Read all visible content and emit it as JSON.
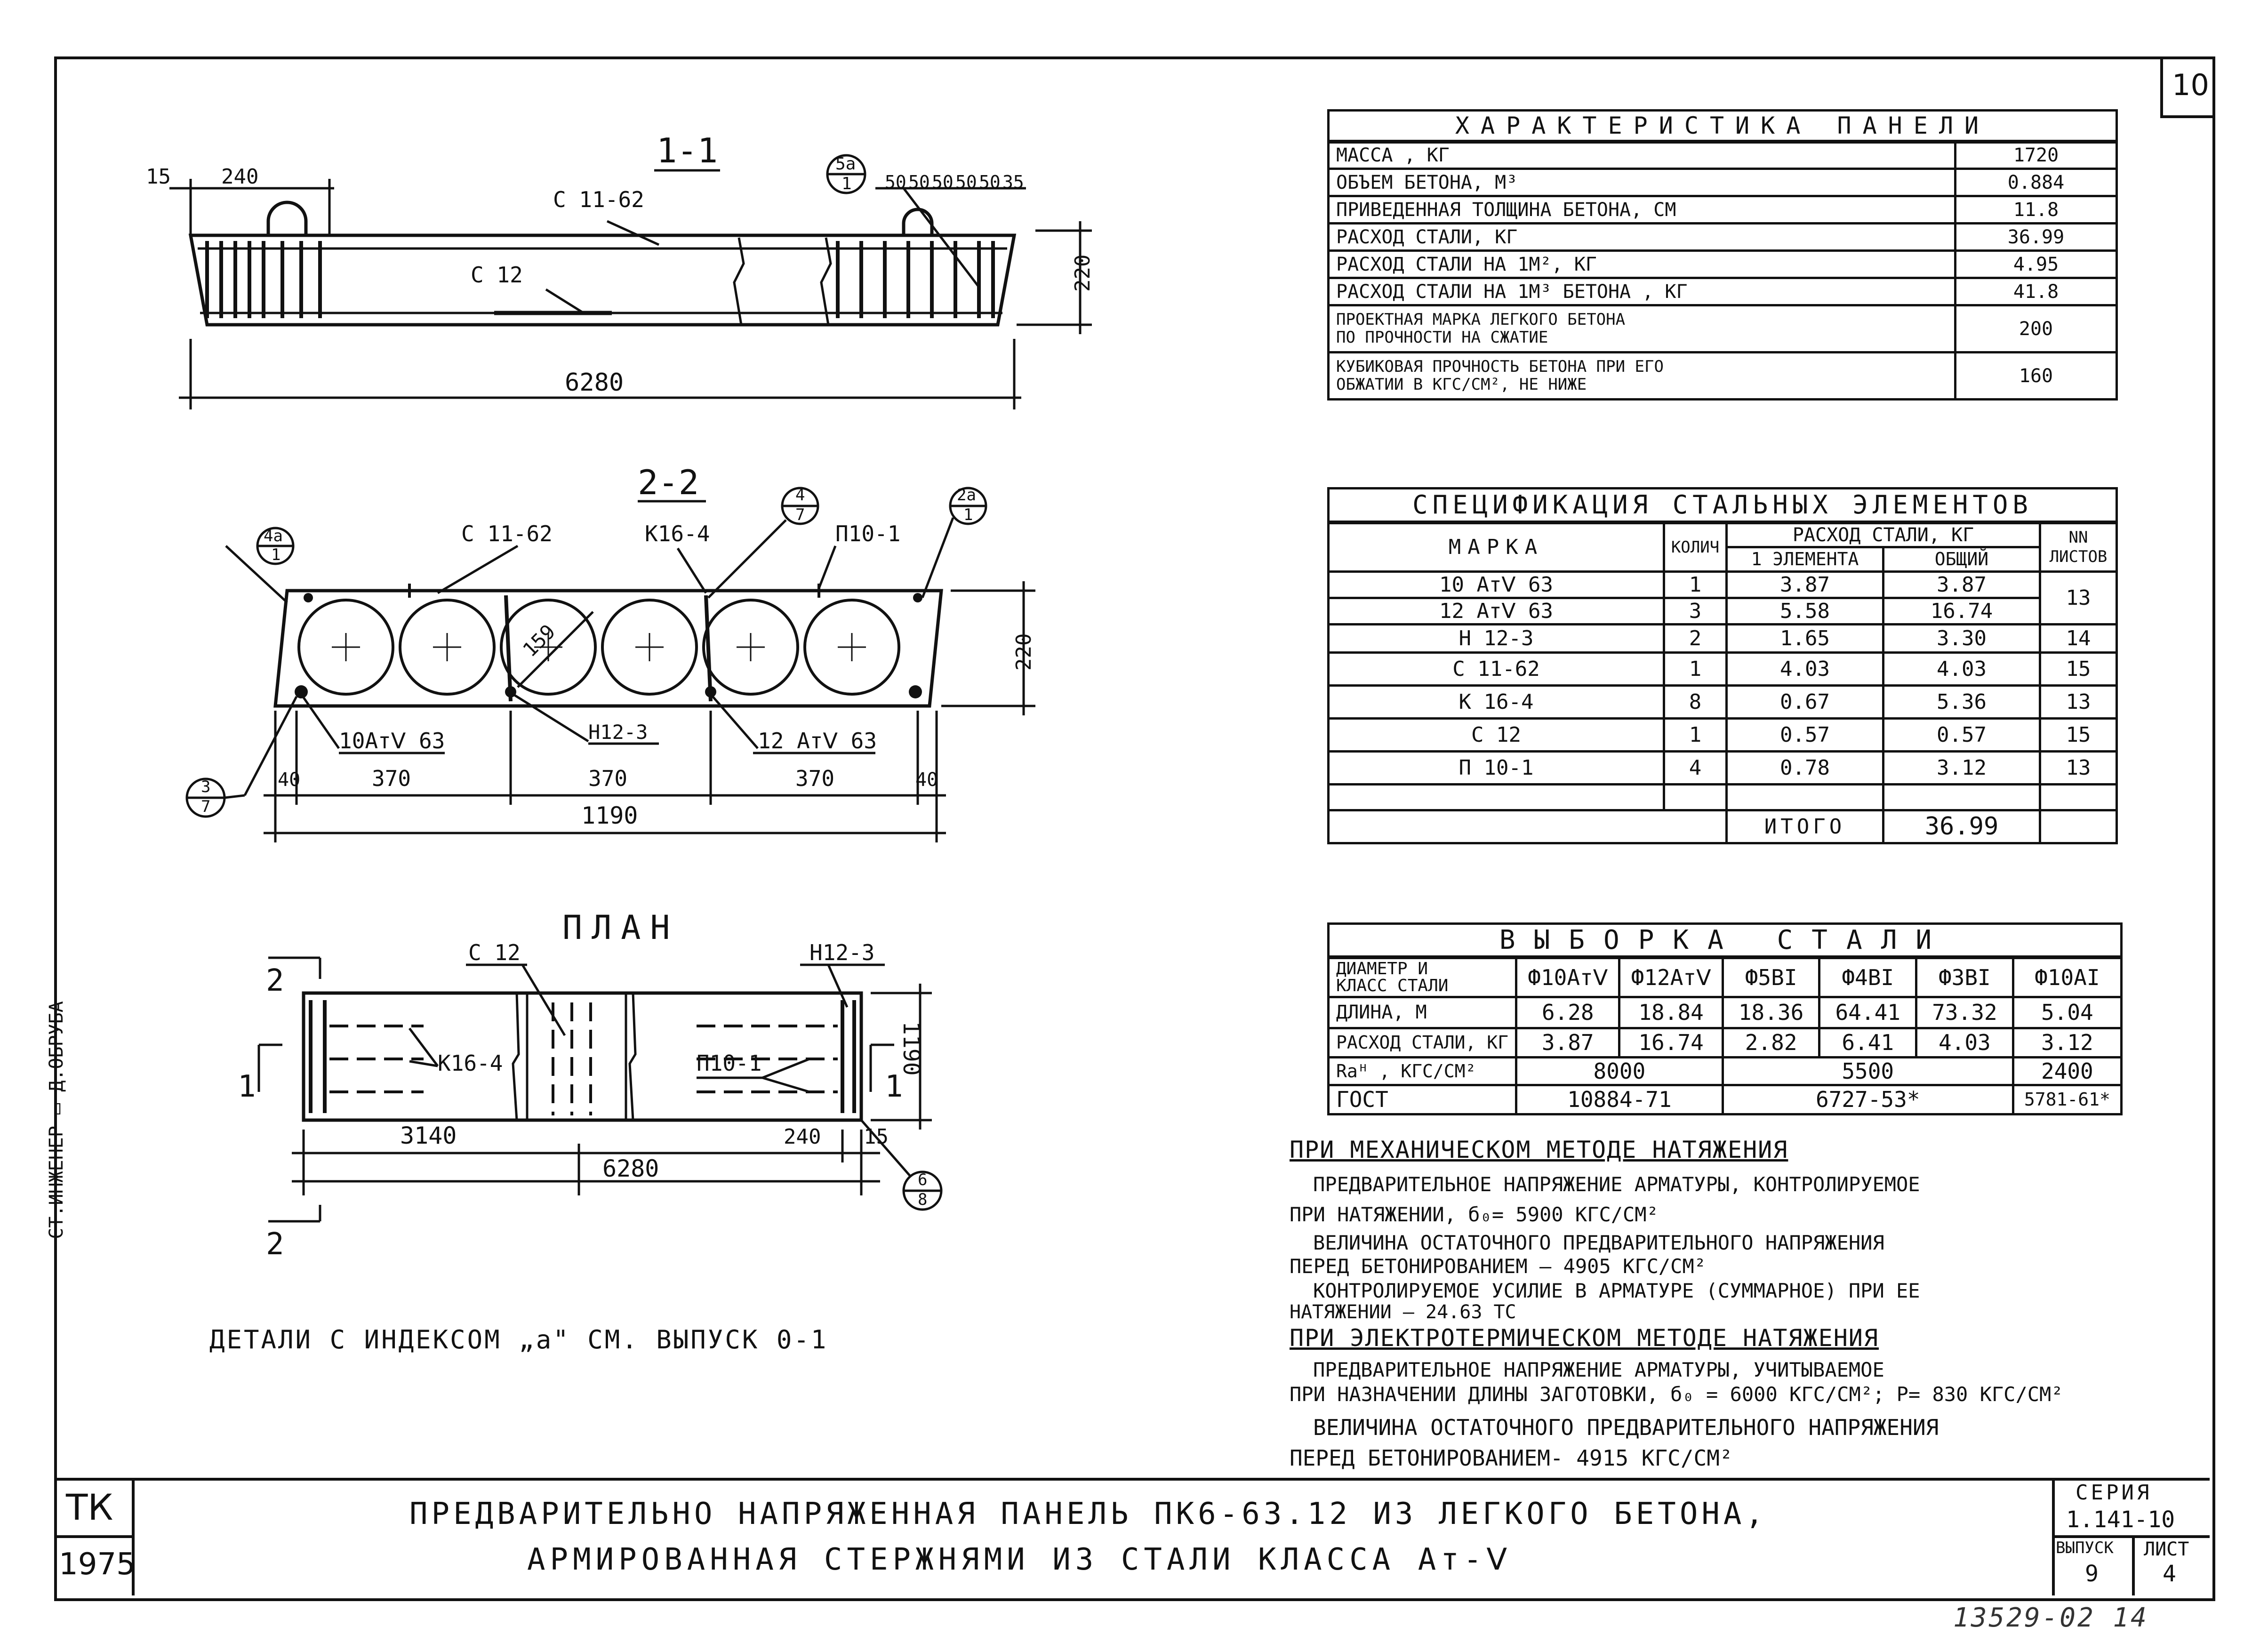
{
  "sheet_number": "10",
  "characteristics": {
    "title": "ХАРАКТЕРИСТИКА   ПАНЕЛИ",
    "rows": [
      {
        "label": "МАССА , КГ",
        "value": "1720"
      },
      {
        "label": "ОБЪЕМ БЕТОНА,  М³",
        "value": "0.884"
      },
      {
        "label": "ПРИВЕДЕННАЯ ТОЛЩИНА БЕТОНА, СМ",
        "value": "11.8"
      },
      {
        "label": "РАСХОД  СТАЛИ,  КГ",
        "value": "36.99"
      },
      {
        "label": "РАСХОД  СТАЛИ  НА 1М², КГ",
        "value": "4.95"
      },
      {
        "label": "РАСХОД  СТАЛИ  НА 1М³ БЕТОНА , КГ",
        "value": "41.8"
      },
      {
        "label": "ПРОЕКТНАЯ МАРКА ЛЕГКОГО БЕТОНА\nПО ПРОЧНОСТИ НА СЖАТИЕ",
        "value": "200"
      },
      {
        "label": "КУБИКОВАЯ ПРОЧНОСТЬ БЕТОНА ПРИ ЕГО\nОБЖАТИИ В КГС/СМ², НЕ НИЖЕ",
        "value": "160"
      }
    ]
  },
  "specification": {
    "title": "СПЕЦИФИКАЦИЯ  СТАЛЬНЫХ  ЭЛЕМЕНТОВ",
    "col_mark": "МАРКА",
    "col_qty": "КОЛИЧ",
    "col_steel": "РАСХОД  СТАЛИ, КГ",
    "col_one": "1 ЭЛЕМЕНТА",
    "col_total": "ОБЩИЙ",
    "col_sheets": "NN ЛИСТОВ",
    "rows": [
      {
        "mark": "10 АтⅤ 63",
        "qty": "1",
        "one": "3.87",
        "total": "3.87",
        "sheet": "13"
      },
      {
        "mark": "12 АтⅤ 63",
        "qty": "3",
        "one": "5.58",
        "total": "16.74",
        "sheet": ""
      },
      {
        "mark": "Н 12-3",
        "qty": "2",
        "one": "1.65",
        "total": "3.30",
        "sheet": "14"
      },
      {
        "mark": "С 11-62",
        "qty": "1",
        "one": "4.03",
        "total": "4.03",
        "sheet": "15"
      },
      {
        "mark": "К 16-4",
        "qty": "8",
        "one": "0.67",
        "total": "5.36",
        "sheet": "13"
      },
      {
        "mark": "С 12",
        "qty": "1",
        "one": "0.57",
        "total": "0.57",
        "sheet": "15"
      },
      {
        "mark": "П 10-1",
        "qty": "4",
        "one": "0.78",
        "total": "3.12",
        "sheet": "13"
      }
    ],
    "total_label": "ИТОГО",
    "total_value": "36.99"
  },
  "selection": {
    "title": "ВЫБОРКА   СТАЛИ",
    "head_label": "ДИАМЕТР И\nКЛАСС СТАЛИ",
    "columns": [
      "Ф10АтⅤ",
      "Ф12АтⅤ",
      "Ф5ВI",
      "Ф4ВI",
      "Ф3ВI",
      "Ф10АI"
    ],
    "length_label": "ДЛИНА, М",
    "lengths": [
      "6.28",
      "18.84",
      "18.36",
      "64.41",
      "73.32",
      "5.04"
    ],
    "mass_label": "РАСХОД СТАЛИ, КГ",
    "masses": [
      "3.87",
      "16.74",
      "2.82",
      "6.41",
      "4.03",
      "3.12"
    ],
    "ra_label": "Rаᴴ    , КГС/СМ²",
    "ra": [
      "8000",
      "5500",
      "2400"
    ],
    "gost_label": "ГОСТ",
    "gost": [
      "10884-71",
      "6727-53*",
      "5781-61*"
    ]
  },
  "notes": {
    "mech_title": "ПРИ МЕХАНИЧЕСКОМ МЕТОДЕ НАТЯЖЕНИЯ",
    "mech_lines": [
      "ПРЕДВАРИТЕЛЬНОЕ НАПРЯЖЕНИЕ АРМАТУРЫ, КОНТРОЛИРУЕМОЕ",
      "ПРИ НАТЯЖЕНИИ, б₀= 5900 КГС/СМ²",
      "ВЕЛИЧИНА ОСТАТОЧНОГО ПРЕДВАРИТЕЛЬНОГО НАПРЯЖЕНИЯ",
      "ПЕРЕД БЕТОНИРОВАНИЕМ — 4905 КГС/СМ²",
      "КОНТРОЛИРУЕМОЕ УСИЛИЕ В АРМАТУРЕ (СУММАРНОЕ) ПРИ ЕЕ",
      "НАТЯЖЕНИИ — 24.63 ТС"
    ],
    "elec_title": "ПРИ ЭЛЕКТРОТЕРМИЧЕСКОМ МЕТОДЕ НАТЯЖЕНИЯ",
    "elec_lines": [
      "ПРЕДВАРИТЕЛЬНОЕ НАПРЯЖЕНИЕ АРМАТУРЫ, УЧИТЫВАЕМОЕ",
      "ПРИ НАЗНАЧЕНИИ ДЛИНЫ ЗАГОТОВКИ, б₀ = 6000 КГС/СМ²; Р= 830 КГС/СМ²",
      "ВЕЛИЧИНА ОСТАТОЧНОГО ПРЕДВАРИТЕЛЬНОГО НАПРЯЖЕНИЯ",
      "ПЕРЕД БЕТОНИРОВАНИЕМ- 4915 КГС/СМ²"
    ]
  },
  "details_note": "ДЕТАЛИ С ИНДЕКСОМ „а\" СМ. ВЫПУСК 0-1",
  "side_stamp": "СТ.ИНЖЕНЕР ▭ Д.ОБРУБА",
  "section_1": {
    "title": "1-1",
    "dims": [
      "15",
      "240",
      "6280",
      "220",
      "50",
      "50",
      "50",
      "50",
      "50",
      "35"
    ],
    "labels": [
      "С 11-62",
      "С 12"
    ],
    "callout_top": "5а",
    "callout_bot": "1"
  },
  "section_2": {
    "title": "2-2",
    "labels": [
      "С 11-62",
      "К16-4",
      "П10-1",
      "10АтⅤ 63",
      "Н12-3",
      "12 АтⅤ 63",
      "159"
    ],
    "dims": [
      "40",
      "370",
      "370",
      "370",
      "40",
      "1190",
      "220"
    ],
    "callouts": [
      {
        "top": "4а",
        "bot": "1"
      },
      {
        "top": "4",
        "bot": "7"
      },
      {
        "top": "2а",
        "bot": "1"
      },
      {
        "top": "3",
        "bot": "7"
      }
    ]
  },
  "plan": {
    "title": "ПЛАН",
    "labels": [
      "С 12",
      "Н12-3",
      "К16-4",
      "П10-1"
    ],
    "dims": [
      "3140",
      "6280",
      "240",
      "15",
      "1190"
    ],
    "cut_marks": [
      "2",
      "1",
      "1",
      "2"
    ],
    "callout_top": "6",
    "callout_bot": "8"
  },
  "title_block": {
    "org": "ТК",
    "year": "1975",
    "line1": "ПРЕДВАРИТЕЛЬНО  НАПРЯЖЕННАЯ  ПАНЕЛЬ  ПК6-63.12  ИЗ ЛЕГКОГО БЕТОНА,",
    "line2": "АРМИРОВАННАЯ  СТЕРЖНЯМИ  ИЗ  СТАЛИ  КЛАССА  Ат-Ⅴ",
    "series_label": "СЕРИЯ",
    "series": "1.141-10",
    "issue_label": "ВЫПУСК",
    "issue": "9",
    "sheet_label": "ЛИСТ",
    "sheet": "4"
  },
  "archive_number": "13529-02  14"
}
